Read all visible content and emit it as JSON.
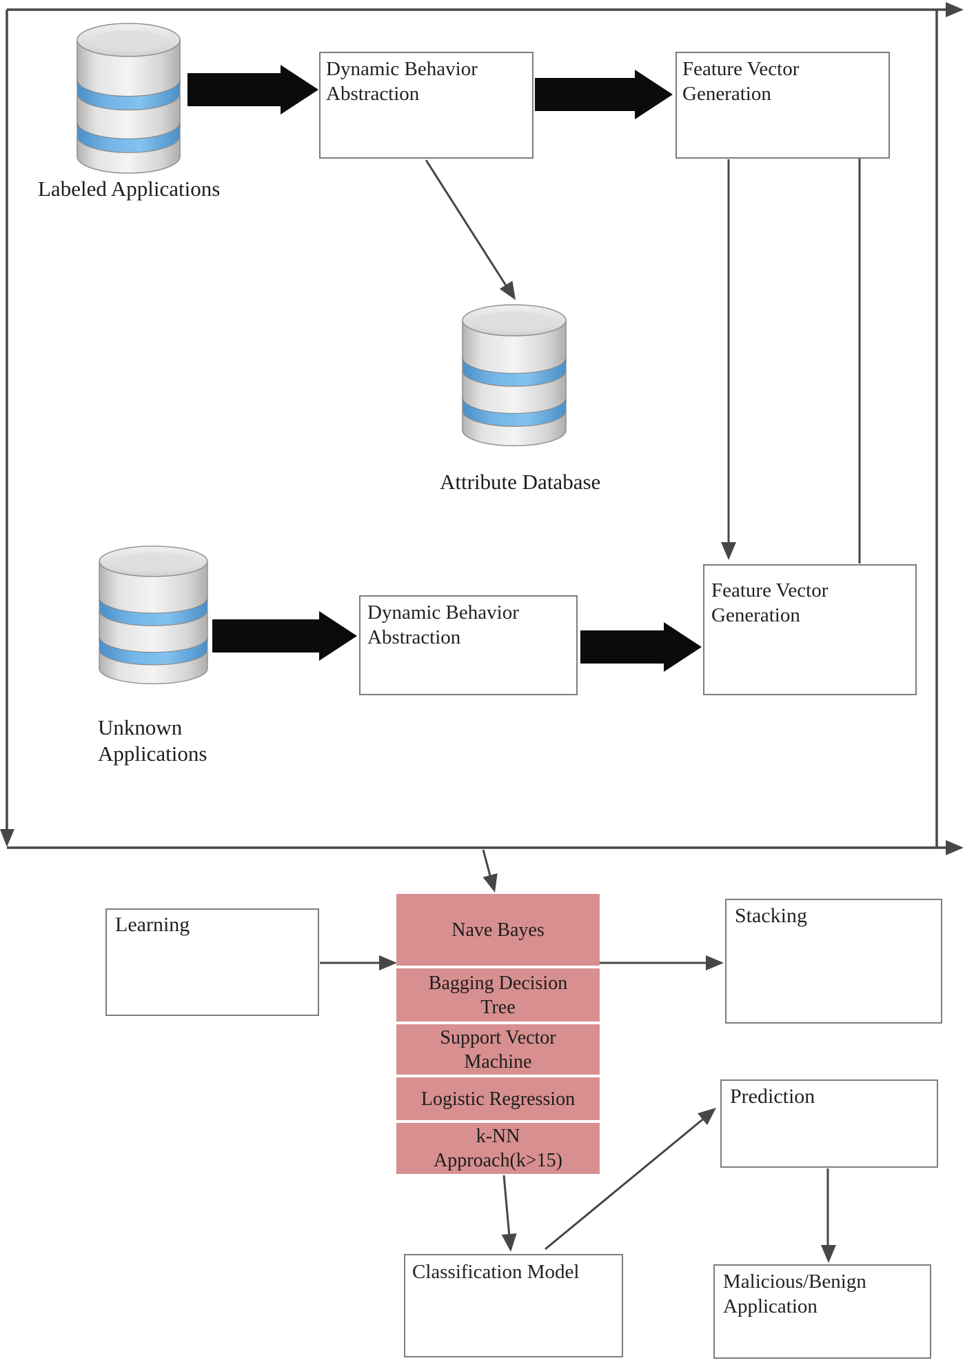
{
  "figure": {
    "description": "Malware detection workflow diagram with learning and prediction phases"
  },
  "colors": {
    "classifier_fill": "#d88f8f",
    "db_blue": "#5b9bd5",
    "line": "#474747",
    "box_border": "#7d7d7d"
  },
  "top_section": {
    "labeled_db_label": "Labeled Applications",
    "dynamic_behavior_abstraction_1": "Dynamic Behavior\nAbstraction",
    "feature_vector_generation_1": "Feature Vector\nGeneration",
    "attribute_db_label": "Attribute Database",
    "unknown_db_label": "Unknown\nApplications",
    "dynamic_behavior_abstraction_2": "Dynamic Behavior\nAbstraction",
    "feature_vector_generation_2": "Feature Vector\nGeneration"
  },
  "bottom_section": {
    "learning": "Learning",
    "classifiers": [
      {
        "label": "Nave Bayes"
      },
      {
        "label": "Bagging Decision\nTree"
      },
      {
        "label": "Support Vector\nMachine"
      },
      {
        "label": "Logistic Regression"
      },
      {
        "label": "k-NN\nApproach(k>15)"
      }
    ],
    "stacking": "Stacking",
    "prediction": "Prediction",
    "classification_model": "Classification Model",
    "malicious_benign": "Malicious/Benign\nApplication"
  }
}
